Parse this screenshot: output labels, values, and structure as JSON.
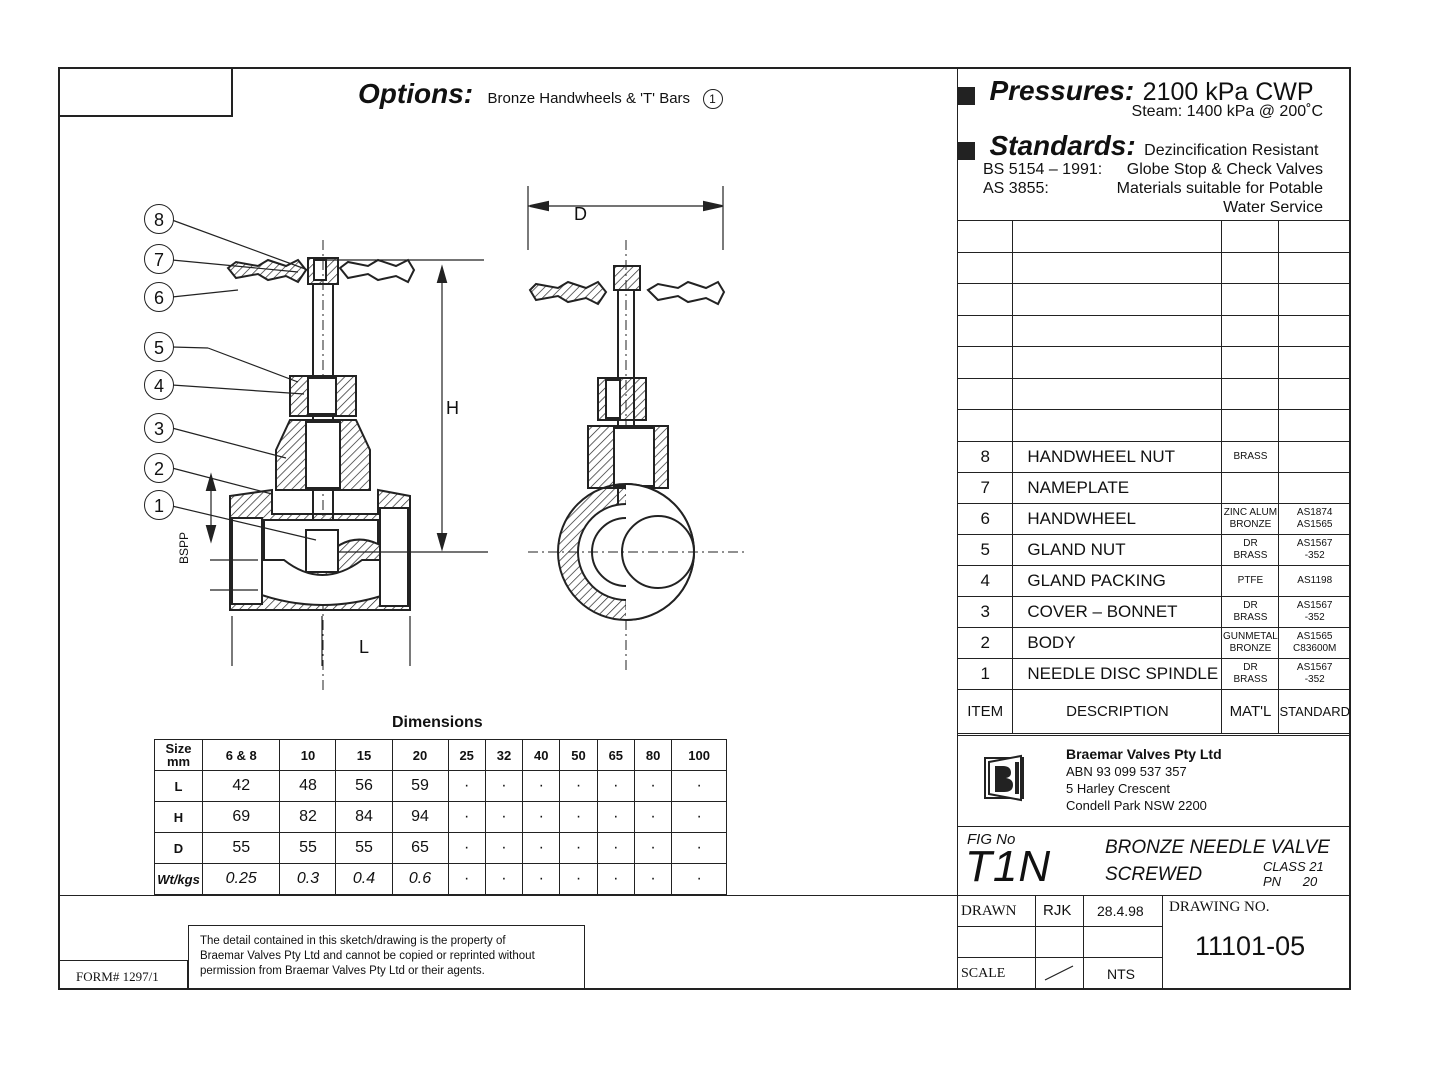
{
  "options": {
    "heading": "Options:",
    "text": "Bronze Handwheels & 'T' Bars",
    "note": "1"
  },
  "pressures": {
    "heading": "Pressures:",
    "value": "2100 kPa CWP",
    "steam": "Steam: 1400 kPa @ 200˚C"
  },
  "standards": {
    "heading": "Standards:",
    "line1": "Dezincification Resistant",
    "line2_code": "BS 5154 – 1991:",
    "line2_text": "Globe Stop & Check Valves",
    "line3_code": "AS 3855:",
    "line3_text": "Materials suitable for Potable",
    "line4_text": "Water Service"
  },
  "drawing": {
    "callouts": [
      "8",
      "7",
      "6",
      "5",
      "4",
      "3",
      "2",
      "1"
    ],
    "dim_d": "D",
    "dim_h": "H",
    "dim_l": "L",
    "bspp": "BSPP"
  },
  "dimensions": {
    "title": "Dimensions",
    "header_label": [
      "Size",
      "mm"
    ],
    "sizes": [
      "6 & 8",
      "10",
      "15",
      "20",
      "25",
      "32",
      "40",
      "50",
      "65",
      "80",
      "100"
    ],
    "rows": [
      {
        "label": "L",
        "values": [
          "42",
          "48",
          "56",
          "59",
          "·",
          "·",
          "·",
          "·",
          "·",
          "·",
          "·"
        ]
      },
      {
        "label": "H",
        "values": [
          "69",
          "82",
          "84",
          "94",
          "·",
          "·",
          "·",
          "·",
          "·",
          "·",
          "·"
        ]
      },
      {
        "label": "D",
        "values": [
          "55",
          "55",
          "55",
          "65",
          "·",
          "·",
          "·",
          "·",
          "·",
          "·",
          "·"
        ]
      },
      {
        "label": "Wt/kgs",
        "values": [
          "0.25",
          "0.3",
          "0.4",
          "0.6",
          "·",
          "·",
          "·",
          "·",
          "·",
          "·",
          "·"
        ]
      }
    ]
  },
  "parts": {
    "rows": [
      {
        "item": "8",
        "desc": "HANDWHEEL NUT",
        "mat": [
          "BRASS"
        ],
        "std": []
      },
      {
        "item": "7",
        "desc": "NAMEPLATE",
        "mat": [],
        "std": []
      },
      {
        "item": "6",
        "desc": "HANDWHEEL",
        "mat": [
          "ZINC ALUM",
          "BRONZE"
        ],
        "std": [
          "AS1874",
          "AS1565"
        ]
      },
      {
        "item": "5",
        "desc": "GLAND NUT",
        "mat": [
          "DR",
          "BRASS"
        ],
        "std": [
          "AS1567",
          "-352"
        ]
      },
      {
        "item": "4",
        "desc": "GLAND PACKING",
        "mat": [
          "PTFE"
        ],
        "std": [
          "AS1198"
        ]
      },
      {
        "item": "3",
        "desc": "COVER – BONNET",
        "mat": [
          "DR",
          "BRASS"
        ],
        "std": [
          "AS1567",
          "-352"
        ]
      },
      {
        "item": "2",
        "desc": "BODY",
        "mat": [
          "GUNMETAL",
          "BRONZE"
        ],
        "std": [
          "AS1565",
          "C83600M"
        ]
      },
      {
        "item": "1",
        "desc": "NEEDLE DISC SPINDLE",
        "mat": [
          "DR",
          "BRASS"
        ],
        "std": [
          "AS1567",
          "-352"
        ]
      }
    ],
    "header": {
      "item": "ITEM",
      "desc": "DESCRIPTION",
      "mat": "MAT'L",
      "std": "STANDARD"
    }
  },
  "company": {
    "name": "Braemar Valves Pty Ltd",
    "abn": "ABN 93 099 537 357",
    "address1": "5 Harley Crescent",
    "address2": "Condell Park  NSW  2200"
  },
  "title_block": {
    "fig_label": "FIG No",
    "fig_no": "T1N",
    "title1": "BRONZE NEEDLE VALVE",
    "title2": "SCREWED",
    "class": "CLASS 21",
    "pn": "PN      20",
    "drawn_label": "DRAWN",
    "drawn_by": "RJK",
    "date": "28.4.98",
    "drawing_no_label": "DRAWING NO.",
    "drawing_no": "11101-05",
    "scale_label": "SCALE",
    "scale_value": "NTS"
  },
  "footer": {
    "form": "FORM# 1297/1",
    "disclaimer1": "The detail contained in this sketch/drawing is the property of",
    "disclaimer2": "Braemar Valves Pty Ltd and cannot be copied or reprinted without",
    "disclaimer3": "permission from Braemar Valves Pty Ltd or their agents."
  }
}
